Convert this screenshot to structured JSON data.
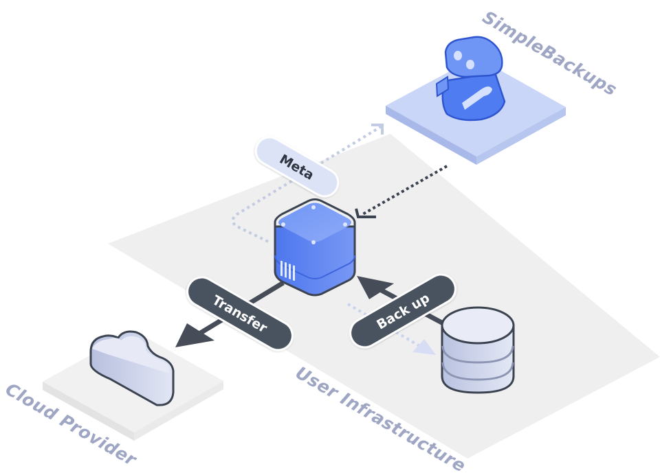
{
  "diagram": {
    "title": "SimpleBackups backup flow",
    "zones": {
      "simplebackups": "SimpleBackups",
      "user_infrastructure": "User Infrastructure",
      "cloud_provider": "Cloud Provider"
    },
    "flows": {
      "meta": "Meta",
      "transfer": "Transfer",
      "backup": "Back up"
    },
    "nodes": [
      "SimpleBackups robot",
      "Backup server cube",
      "Database",
      "Cloud storage"
    ],
    "colors": {
      "accent_blue": "#4f7cf0",
      "platform_blue": "#c9d6f7",
      "zone_gray": "#efefef",
      "dark_pill": "#4a525e",
      "light_pill": "#dde3f7",
      "label_gray_blue": "#9ea6c4"
    }
  }
}
